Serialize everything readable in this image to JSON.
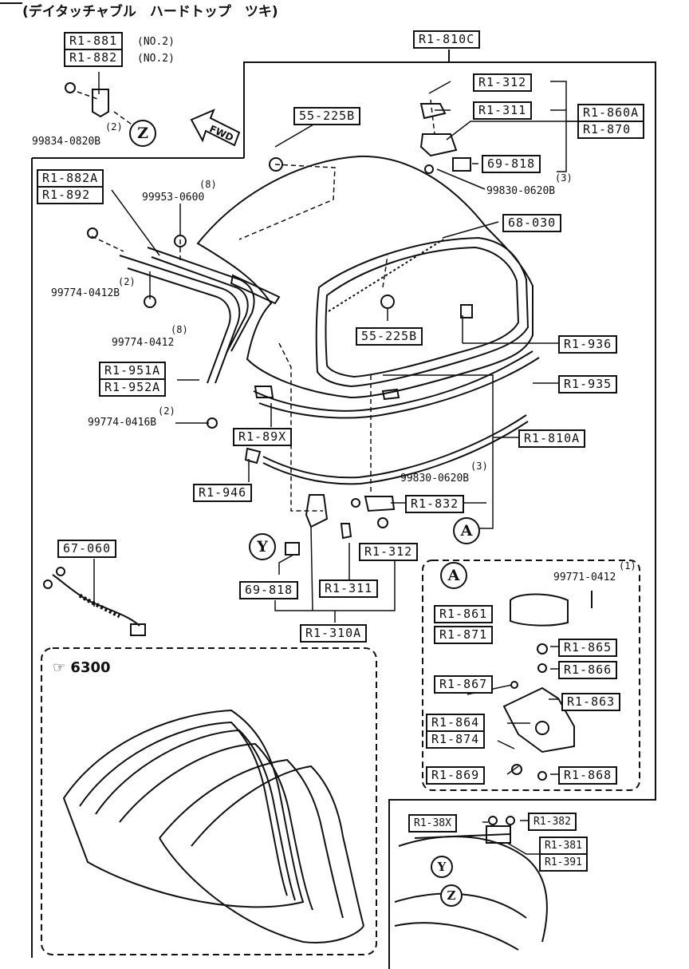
{
  "title": "(デイタッチャブル　ハードトップ　ツキ)",
  "fwd_label": "FWD",
  "ref_page": "6300",
  "callouts": {
    "A": "A",
    "Y": "Y",
    "Z": "Z"
  },
  "labels": {
    "r1_881": "R1-881",
    "r1_882": "R1-882",
    "no2_a": "(NO.2)",
    "no2_b": "(NO.2)",
    "qty_clip": "(2)",
    "p99834": "99834-0820B",
    "r1_810c": "R1-810C",
    "r1_312_top": "R1-312",
    "r1_311_top": "R1-311",
    "r1_860a": "R1-860A",
    "r1_870": "R1-870",
    "p55_225b_top": "55-225B",
    "p69_818_top": "69-818",
    "qty_3_top": "(3)",
    "p99830_top": "99830-0620B",
    "r1_882a": "R1-882A",
    "r1_892": "R1-892",
    "qty_8_top": "(8)",
    "p99953": "99953-0600",
    "p68_030": "68-030",
    "qty_2_mid": "(2)",
    "p99774_0412b": "99774-0412B",
    "qty_8_mid": "(8)",
    "p99774_0412": "99774-0412",
    "p55_225b_mid": "55-225B",
    "r1_936": "R1-936",
    "r1_951a": "R1-951A",
    "r1_952a": "R1-952A",
    "r1_935": "R1-935",
    "qty_2_low": "(2)",
    "p99774_0416b": "99774-0416B",
    "r1_89x": "R1-89X",
    "r1_810a": "R1-810A",
    "qty_3_low": "(3)",
    "p99830_low": "99830-0620B",
    "r1_946": "R1-946",
    "r1_832": "R1-832",
    "p67_060": "67-060",
    "r1_312_low": "R1-312",
    "p69_818_low": "69-818",
    "r1_311_low": "R1-311",
    "r1_310a": "R1-310A",
    "qty_1": "(1)",
    "p99771": "99771-0412",
    "r1_861": "R1-861",
    "r1_871": "R1-871",
    "r1_865": "R1-865",
    "r1_866": "R1-866",
    "r1_867": "R1-867",
    "r1_863": "R1-863",
    "r1_864": "R1-864",
    "r1_874": "R1-874",
    "r1_869": "R1-869",
    "r1_868": "R1-868",
    "r1_38x": "R1-38X",
    "r1_382": "R1-382",
    "r1_381": "R1-381",
    "r1_391": "R1-391"
  }
}
